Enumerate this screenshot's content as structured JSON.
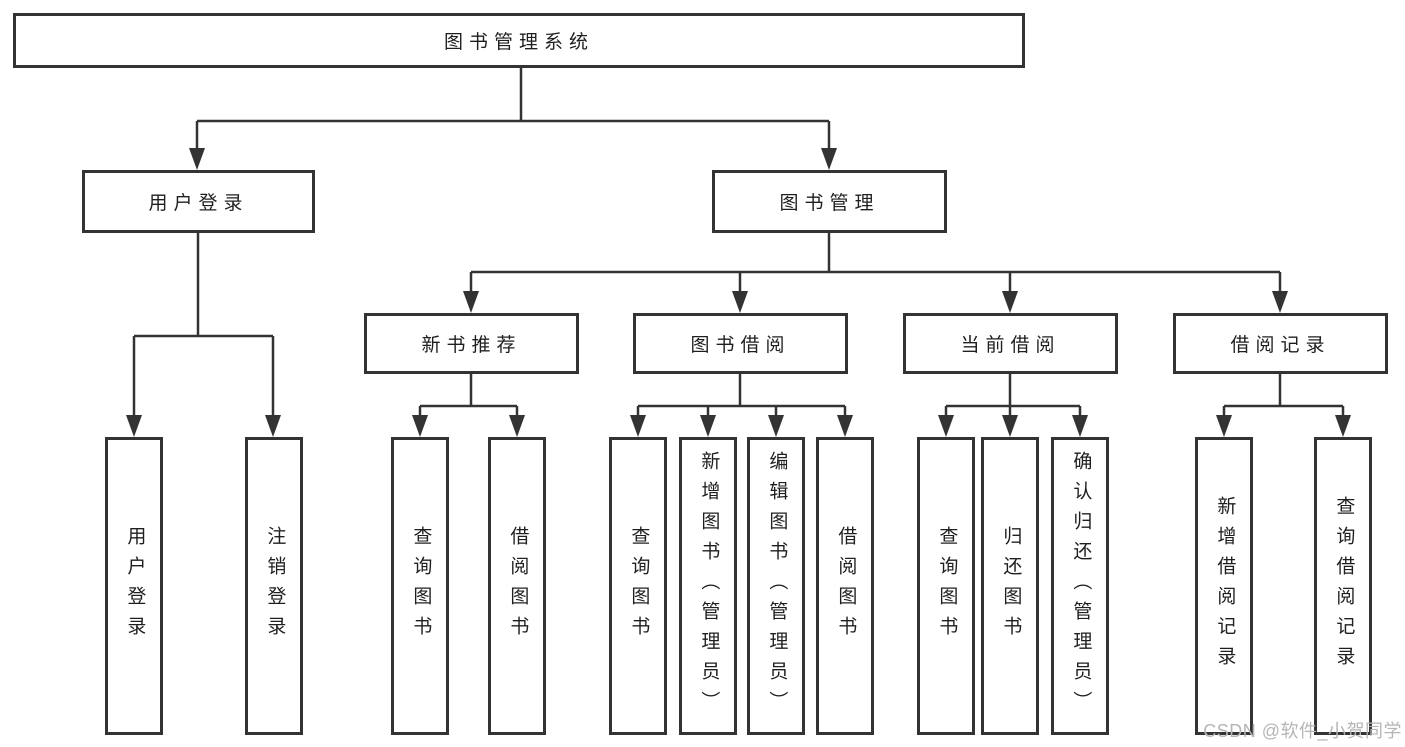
{
  "diagram": {
    "type": "hierarchy",
    "root": {
      "label": "图书管理系统",
      "children": [
        {
          "label": "用户登录",
          "children": [
            {
              "label": "用户登录"
            },
            {
              "label": "注销登录"
            }
          ]
        },
        {
          "label": "图书管理",
          "children": [
            {
              "label": "新书推荐",
              "children": [
                {
                  "label": "查询图书"
                },
                {
                  "label": "借阅图书"
                }
              ]
            },
            {
              "label": "图书借阅",
              "children": [
                {
                  "label": "查询图书"
                },
                {
                  "label": "新增图书（管理员）"
                },
                {
                  "label": "编辑图书（管理员）"
                },
                {
                  "label": "借阅图书"
                }
              ]
            },
            {
              "label": "当前借阅",
              "children": [
                {
                  "label": "查询图书"
                },
                {
                  "label": "归还图书"
                },
                {
                  "label": "确认归还（管理员）"
                }
              ]
            },
            {
              "label": "借阅记录",
              "children": [
                {
                  "label": "新增借阅记录"
                },
                {
                  "label": "查询借阅记录"
                }
              ]
            }
          ]
        }
      ]
    }
  },
  "watermark": {
    "text": "CSDN @软件_小贺同学"
  },
  "colors": {
    "line": "#333333",
    "box_border": "#333333",
    "text": "#1f1f1f",
    "background": "#ffffff",
    "watermark": "#b5b5b5"
  }
}
